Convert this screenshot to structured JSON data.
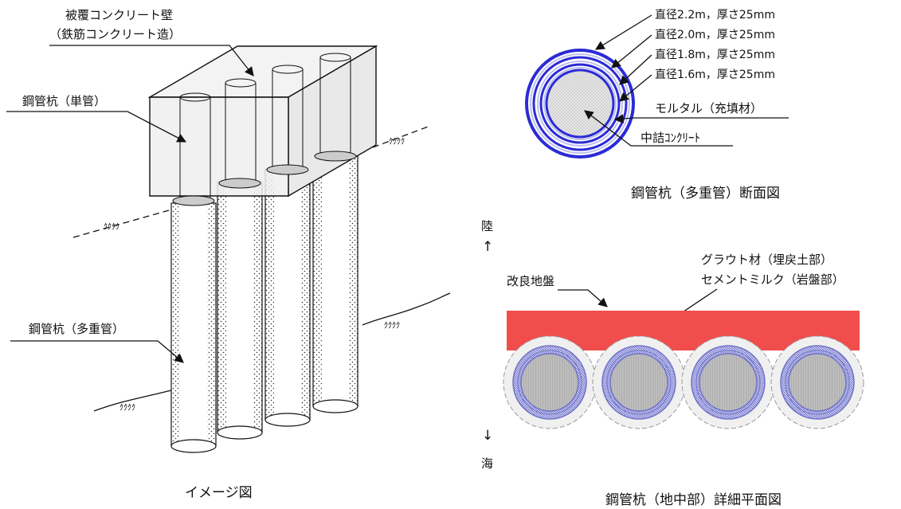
{
  "left_figure": {
    "wall_label_line1": "被覆コンクリート壁",
    "wall_label_line2": "（鉄筋コンクリート造）",
    "single_pipe_label": "鋼管杭（単管）",
    "multi_pipe_label": "鋼管杭（多重管）",
    "caption": "イメージ図"
  },
  "section_figure": {
    "rings": [
      {
        "label": "直径2.2m，厚さ25mm"
      },
      {
        "label": "直径2.0m，厚さ25mm"
      },
      {
        "label": "直径1.8m，厚さ25mm"
      },
      {
        "label": "直径1.6m，厚さ25mm"
      }
    ],
    "mortar_label": "モルタル（充填材）",
    "core_label": "中詰ｺﾝｸﾘｰﾄ",
    "caption": "鋼管杭（多重管）断面図",
    "colors": {
      "ring": "#2b2bd6",
      "core": "#d9d9d9"
    }
  },
  "plan_figure": {
    "land_label": "陸",
    "sea_label": "海",
    "up_arrow": "↑",
    "down_arrow": "↓",
    "improved_ground_label": "改良地盤",
    "grout_label_line1": "グラウト材（埋戻土部）",
    "grout_label_line2": "セメントミルク（岩盤部）",
    "caption": "鋼管杭（地中部）詳細平面図",
    "colors": {
      "improved_ground": "#f24d4d",
      "pile_ring": "#6f72c8",
      "pile_core": "#b9b9b9"
    }
  }
}
